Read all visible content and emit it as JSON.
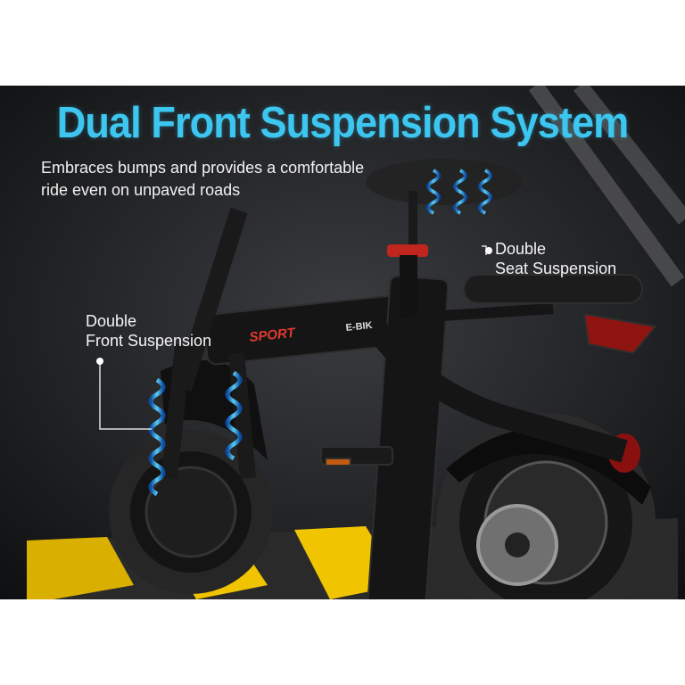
{
  "headline": "Dual Front Suspension System",
  "subheadline": {
    "line1": "Embraces bumps and provides a comfortable",
    "line2": "ride even on unpaved roads"
  },
  "callouts": {
    "seat": {
      "line1": "Double",
      "line2": "Seat Suspension"
    },
    "front": {
      "line1": "Double",
      "line2": "Front Suspension"
    }
  },
  "frame_badges": {
    "sport": "SPORT",
    "ebike": "E-BIK"
  },
  "colors": {
    "headline": "#3cc6f0",
    "background": "#1a1b1d",
    "spring_glow": "#2fb4ff",
    "bump_yellow": "#f0c400",
    "accent_red": "#c0261e"
  }
}
